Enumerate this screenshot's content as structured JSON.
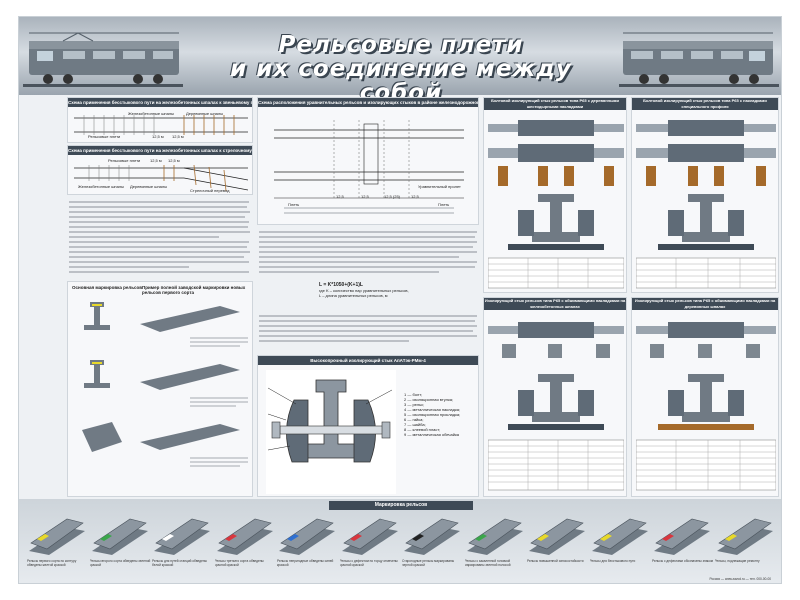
{
  "poster": {
    "title_line1": "Рельсовые плети",
    "title_line2": "и их соединение между собой"
  },
  "sections": {
    "s1_title": "Схема применения бесстыкового пути на железобетонных шпалах к звеньевому пути",
    "s1_labels": [
      "Железобетонные шпалы",
      "Деревянные шпалы",
      "Рельсовые плети",
      "12,5 м",
      "12,5 м"
    ],
    "s2_title": "Схема применения бесстыкового пути на железобетонных шпалах к стрелочному переводу",
    "s2_labels": [
      "Рельсовые плети",
      "12,5 м",
      "12,5 м",
      "Железобетонные шпалы",
      "Деревянные шпалы",
      "Стрелочный перевод"
    ],
    "s3_title": "Схема расположения уравнительных рельсов и изолирующих стыков в районе железнодорожного переезда",
    "s3_labels": [
      "12,5",
      "12,5",
      "12,5 (25)",
      "12,5",
      "Плеть",
      "Уравнительный пролет",
      "Плеть"
    ],
    "s4_title": "Высокопрочный изолирующий стык АпАТэк-РМм-4",
    "s4_legend": [
      "1 — болт;",
      "2 — изоляционная втулка;",
      "3 — рельс;",
      "4 — металлическая накладка;",
      "5 — изоляционная прокладка;",
      "6 — гайка;",
      "7 — шайба;",
      "8 — клеевой пласт;",
      "9 — металлическая обечайка"
    ],
    "s5_title": "Болтовой изолирующий стык рельсов типа Р65 с деревянными шестидырными накладками",
    "s6_title": "Болтовой изолирующий стык рельсов типа Р65 с накладками специального профиля",
    "s7_title": "Изолирующий стык рельсов типа Р65 с обжимающими накладками на железобетонных шпалах",
    "s8_title": "Изолирующий стык рельсов типа Р65 с обжимающими накладками на деревянных шпалах",
    "rail_marking_title": "Основная маркировка рельсов",
    "new_rail_title": "Пример полной заводской маркировки новых рельсов первого сорта",
    "formula_line1": "L = K*1050+(K+1)L",
    "formula_line2": "где K – количество пар уравнительных рельсов,",
    "formula_line3": "L – длина уравнительных рельсов, м"
  },
  "marking_band": {
    "title": "Маркировка рельсов",
    "captions": [
      "Рельсы первого сорта по контуру обведены желтой краской",
      "Рельсы второго сорта обведены зеленой краской",
      "Рельсы для путей станций обведены белой краской",
      "Рельсы третьего сорта обведены красной краской",
      "Рельсы непригодные обведены синей краской",
      "Рельсы с дефектом по торцу отмечены красной краской",
      "Старогодные рельсы маркированы черной краской",
      "Рельсы с закаленной головкой маркированы зеленой полосой",
      "Рельсы повышенной износостойкости",
      "Рельсы для бесстыкового пути",
      "Рельсы с дефектами обозначены знаком",
      "Рельсы, подлежащие ремонту"
    ],
    "stripe_colors": [
      "#e8d92a",
      "#3aa64a",
      "#ffffff",
      "#d9363e",
      "#2f6fd1",
      "#d9363e",
      "#222222",
      "#3aa64a",
      "#e8d92a",
      "#e8d92a",
      "#d9363e",
      "#e8d92a"
    ]
  },
  "footer": {
    "text": "Россия — www.zavod.ru — тел. 000-00-00"
  }
}
